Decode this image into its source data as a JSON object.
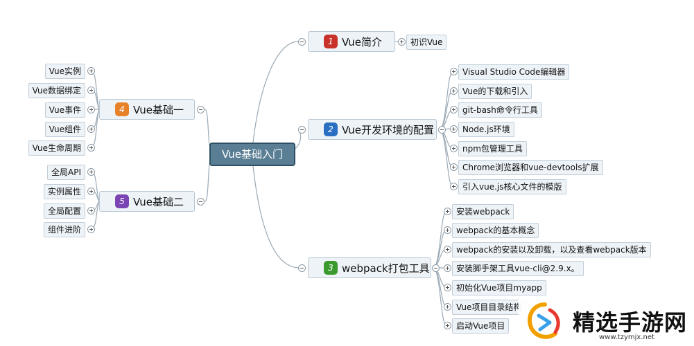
{
  "root": "Vue基础入门",
  "branches": {
    "b1": {
      "num": "1",
      "label": "Vue简介",
      "color": "#c8322b",
      "children": [
        "初识Vue"
      ]
    },
    "b2": {
      "num": "2",
      "label": "Vue开发环境的配置",
      "color": "#2b6fc2",
      "children": [
        "Visual Studio Code编辑器",
        "Vue的下载和引入",
        "git-bash命令行工具",
        "Node.js环境",
        "npm包管理工具",
        "Chrome浏览器和vue-devtools扩展",
        "引入vue.js核心文件的模版"
      ]
    },
    "b3": {
      "num": "3",
      "label": "webpack打包工具",
      "color": "#3a9a2e",
      "children": [
        "安装webpack",
        "webpack的基本概念",
        "webpack的安装以及卸载，以及查看webpack版本",
        "安装脚手架工具vue-cli@2.9.x。",
        "初始化Vue项目myapp",
        "Vue项目目录结构",
        "启动Vue项目"
      ]
    },
    "b4": {
      "num": "4",
      "label": "Vue基础一",
      "color": "#e8822a",
      "children": [
        "Vue实例",
        "Vue数据绑定",
        "Vue事件",
        "Vue组件",
        "Vue生命周期"
      ]
    },
    "b5": {
      "num": "5",
      "label": "Vue基础二",
      "color": "#7a45b3",
      "children": [
        "全局API",
        "实例属性",
        "全局配置",
        "组件进阶"
      ]
    }
  },
  "watermark": {
    "text": "精选手游网",
    "url": "www.tzymjx.net"
  }
}
